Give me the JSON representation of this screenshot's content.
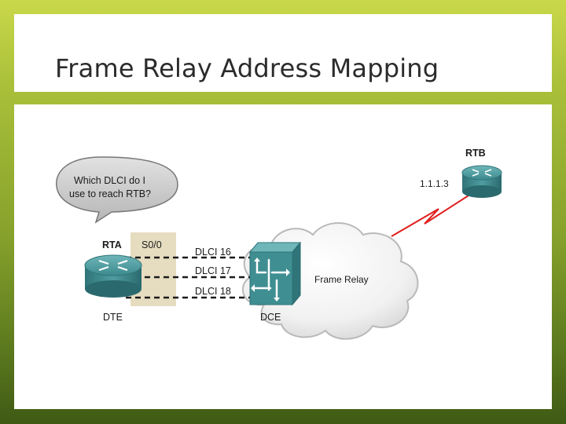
{
  "slide": {
    "title": "Frame Relay Address Mapping"
  },
  "diagram": {
    "speech_bubble_line1": "Which DLCI do I",
    "speech_bubble_line2": "use to reach RTB?",
    "rta_label": "RTA",
    "rta_role": "DTE",
    "interface_label": "S0/0",
    "dlci_labels": [
      "DLCI 16",
      "DLCI 17",
      "DLCI 18"
    ],
    "switch_label": "DCE",
    "cloud_label": "Frame Relay",
    "rtb_label": "RTB",
    "rtb_address": "1.1.1.3",
    "colors": {
      "router_teal": "#3f8e92",
      "interface_band": "#e6dcc0",
      "serial_link": "#e02020"
    }
  }
}
